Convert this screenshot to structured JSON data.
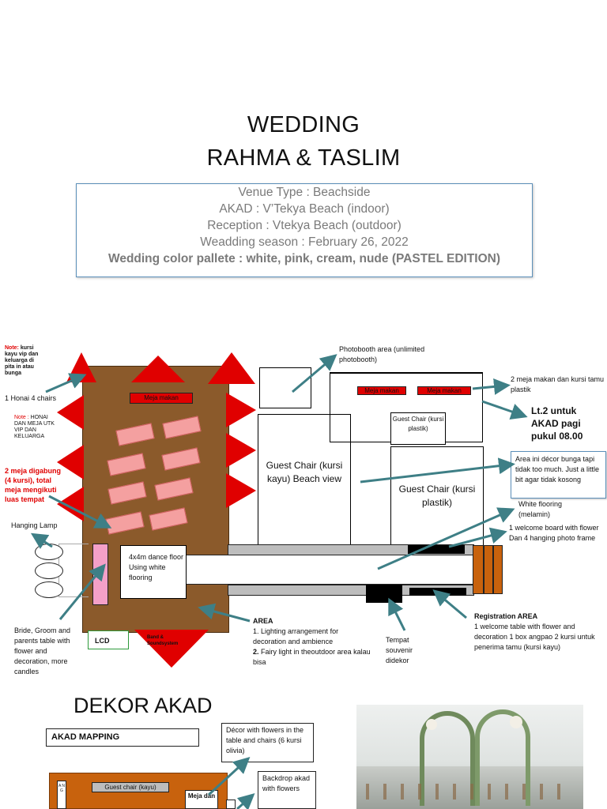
{
  "header": {
    "title_line1": "WEDDING",
    "title_line2": "RAHMA & TASLIM"
  },
  "venue": {
    "type": "Venue Type : Beachside",
    "akad": "AKAD : V’Tekya Beach (indoor)",
    "reception": "Reception : Vtekya Beach (outdoor)",
    "season": "Weadding season : February 26, 2022",
    "palette": "Wedding color pallete : white, pink, cream, nude (PASTEL EDITION)"
  },
  "layout": {
    "note1_label": "Note:",
    "note1_text": "kursi kayu vip dan keluarga di pita in atau bunga",
    "honai_chairs": "1 Honai  4 chairs",
    "note2_label": "Note :",
    "note2_text": "HONAI DAN MEJA UTK VIP DAN KELUARGA",
    "merged_tables": "2 meja digabung (4 kursi), total meja mengikuti luas tempat",
    "hanging_lamp": "Hanging Lamp",
    "meja_makan": "Meja makan",
    "meja_makan_2": "Meja makan",
    "meja_makan_3": "Meja makan",
    "photobooth": "Photobooth area (unlimited photobooth)",
    "guest_tables": "2 meja makan dan kursi tamu plastik",
    "lt2": "Lt.2 untuk AKAD pagi pukul 08.00",
    "guest_chair_small": "Guest Chair (kursi plastik)",
    "guest_chair_wood": "Guest Chair (kursi kayu) Beach view",
    "guest_chair_plastic": "Guest Chair (kursi plastik)",
    "decor_note": "Area ini décor bunga tapi tidak too much. Just a little bit agar tidak kosong",
    "white_flooring": "White flooring (melamin)",
    "welcome_board": "1 welcome board with flower Dan 4 hanging photo frame",
    "dance_floor": "4x4m dance floor Using white flooring",
    "lcd": "LCD",
    "band": "Band & Soundsystem",
    "area_title": "AREA",
    "area_line1": "1. Lighting arrangement for decoration and ambience",
    "area_line2_num": "2.",
    "area_line2": "Fairy light in theoutdoor area kalau bisa",
    "souvenir": "Tempat souvenir didekor",
    "registration_title": "Registration AREA",
    "registration_text": "1 welcome table with flower and decoration 1 box angpao 2 kursi untuk penerima tamu (kursi kayu)",
    "bride_table": "Bride, Groom and parents table with flower and decoration, more candles"
  },
  "akad": {
    "title": "DEKOR AKAD",
    "mapping_label": "AKAD MAPPING",
    "decor_flowers": "Décor with flowers in the table and chairs (6 kursi olivia)",
    "backdrop": "Backdrop akad with flowers",
    "guest_chair": "Guest chair (kayu)",
    "meja_dan": "Meja dan",
    "vertical_letters": "A N G"
  },
  "colors": {
    "wood_floor": "#8b5a2b",
    "accent_red": "#e00000",
    "pink": "#f4a0a0",
    "arrow_teal": "#3e7f86",
    "orange": "#c8620d"
  }
}
